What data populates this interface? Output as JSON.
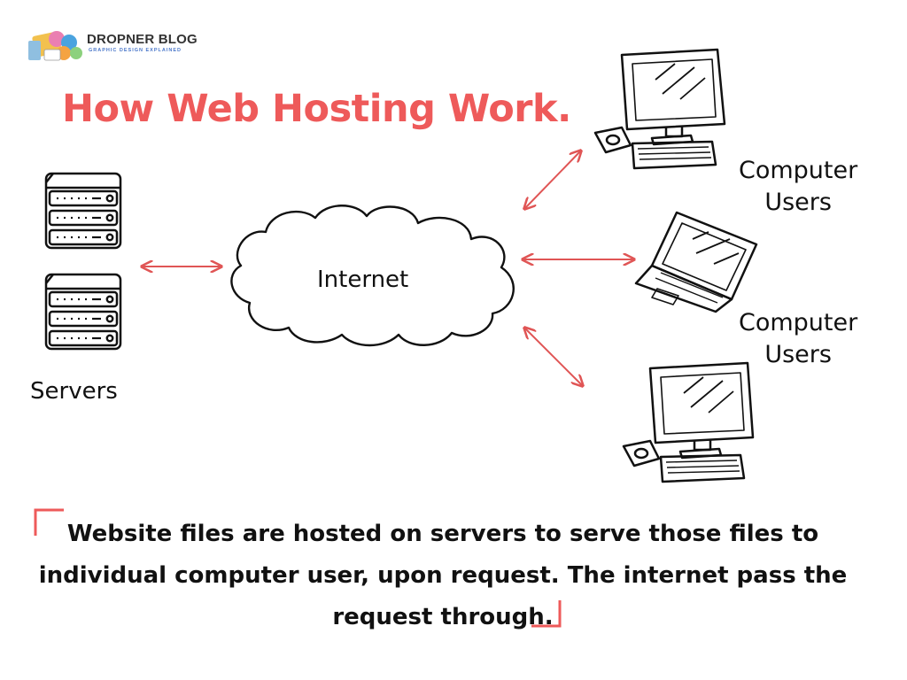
{
  "branding": {
    "blog_name": "DROPNER BLOG",
    "tagline": "GRAPHIC DESIGN EXPLAINED",
    "logo_icon": "colorful-palette-logo-icon"
  },
  "title": "How Web Hosting Work.",
  "nodes": {
    "servers": {
      "label": "Servers",
      "icon": "server-rack-icon",
      "count": 2
    },
    "internet": {
      "label": "Internet",
      "icon": "cloud-icon"
    },
    "clients": [
      {
        "icon": "desktop-computer-icon"
      },
      {
        "icon": "laptop-icon"
      },
      {
        "icon": "desktop-computer-icon"
      }
    ],
    "user_labels": [
      {
        "line1": "Computer",
        "line2": "Users"
      },
      {
        "line1": "Computer",
        "line2": "Users"
      }
    ]
  },
  "connections": [
    {
      "from": "servers",
      "to": "internet",
      "type": "bidirectional"
    },
    {
      "from": "internet",
      "to": "clients.0",
      "type": "bidirectional"
    },
    {
      "from": "internet",
      "to": "clients.1",
      "type": "bidirectional"
    },
    {
      "from": "internet",
      "to": "clients.2",
      "type": "bidirectional"
    }
  ],
  "caption": {
    "line1": "Website files are hosted on servers to serve those files to",
    "line2": "individual computer user, upon request. The internet pass the",
    "line3": "request through."
  },
  "colors": {
    "accent": "#ee5a5a",
    "arrow": "#e05555",
    "ink": "#111111",
    "tagline": "#4a77c9"
  }
}
